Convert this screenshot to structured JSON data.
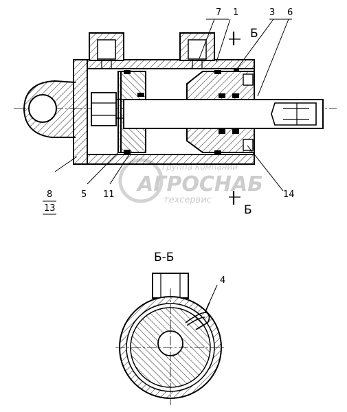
{
  "callouts": {
    "c7": "7",
    "c1": "1",
    "c3": "3",
    "c6": "6",
    "c8": "8",
    "c13": "13",
    "c5": "5",
    "c11": "11",
    "c14": "14",
    "c4": "4"
  },
  "section_mark_top": "Б",
  "section_mark_bottom": "Б",
  "section_title": "Б-Б",
  "watermark": {
    "line1": "группа компаний",
    "brand": "АГРОСНАБ",
    "line3": "техсервис"
  }
}
